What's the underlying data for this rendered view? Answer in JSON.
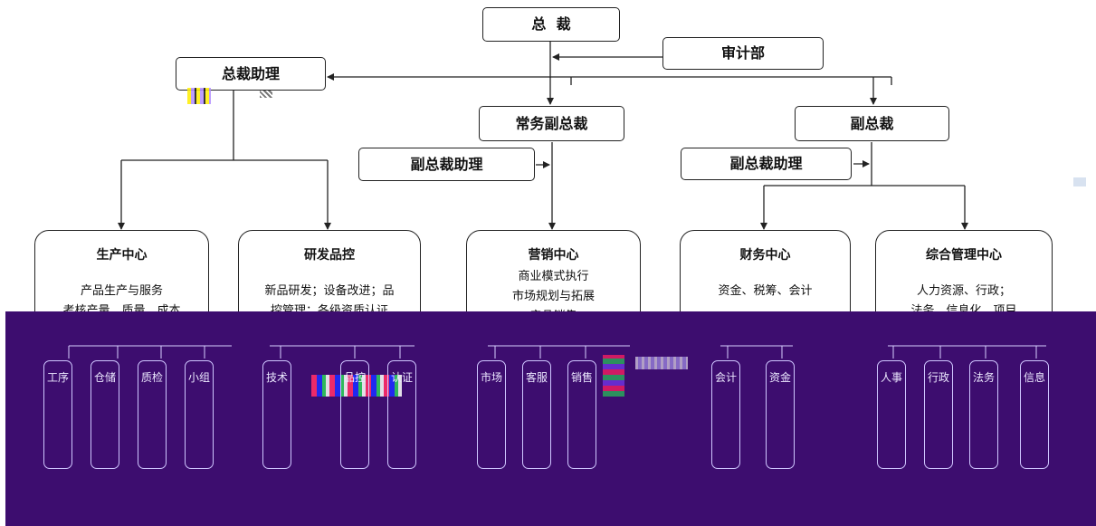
{
  "chart": {
    "ceo": "总  裁",
    "audit": "审计部",
    "ceo_assistant": "总裁助理",
    "executive_vp": "常务副总裁",
    "vp": "副总裁",
    "executive_vp_assistant": "副总裁助理",
    "vp_assistant": "副总裁助理"
  },
  "departments": [
    {
      "title": "生产中心",
      "lines": [
        "",
        "产品生产与服务",
        "考核产量、质量、成本"
      ]
    },
    {
      "title": "研发品控",
      "lines": [
        "",
        "新品研发；设备改进；品",
        "控管理；各级资质认证"
      ]
    },
    {
      "title": "营销中心",
      "lines": [
        "商业模式执行",
        "市场规划与拓展",
        "产品销售"
      ]
    },
    {
      "title": "财务中心",
      "lines": [
        "",
        "资金、税筹、会计"
      ]
    },
    {
      "title": "综合管理中心",
      "lines": [
        "",
        "人力资源、行政；",
        "法务、信息化、项目"
      ]
    }
  ],
  "sub_units": [
    {
      "text": "工序"
    },
    {
      "text": "仓储"
    },
    {
      "text": "质检"
    },
    {
      "text": "小组"
    },
    {
      "text": "技术"
    },
    {
      "text": "品控"
    },
    {
      "text": "认证"
    },
    {
      "text": "市场"
    },
    {
      "text": "客服"
    },
    {
      "text": "销售"
    },
    {
      "text": "会计"
    },
    {
      "text": "资金"
    },
    {
      "text": "人事"
    },
    {
      "text": "行政"
    },
    {
      "text": "法务"
    },
    {
      "text": "信息"
    }
  ]
}
